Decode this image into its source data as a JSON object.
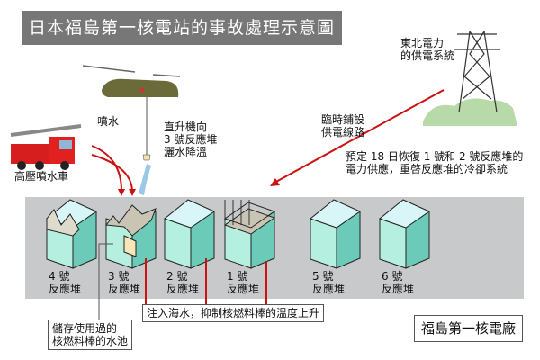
{
  "title": "日本福島第一核電站的事故處理示意圖",
  "labels": {
    "spray": "噴水",
    "fire_truck": "高壓噴水車",
    "helicopter": [
      "直升機向",
      "3 號反應堆",
      "灑水降溫"
    ],
    "power_company": [
      "東北電力",
      "的供電系統"
    ],
    "temp_line": [
      "臨時鋪設",
      "供電線路"
    ],
    "restore_plan": [
      "預定 18 日恢復 1 號和 2 號反應堆的",
      "電力供應，重啓反應堆的冷卻系統"
    ],
    "seawater": "注入海水，抑制核燃料棒的溫度上升",
    "spent_pool": [
      "儲存使用過的",
      "核燃料棒的水池"
    ],
    "plant_name": "福島第一核電廠"
  },
  "reactors": [
    {
      "num": "4 號",
      "name": "反應堆",
      "state": "damaged"
    },
    {
      "num": "3 號",
      "name": "反應堆",
      "state": "roof-destroyed"
    },
    {
      "num": "2 號",
      "name": "反應堆",
      "state": "intact"
    },
    {
      "num": "1 號",
      "name": "反應堆",
      "state": "frame-exposed"
    },
    {
      "num": "5 號",
      "name": "反應堆",
      "state": "intact"
    },
    {
      "num": "6 號",
      "name": "反應堆",
      "state": "intact"
    }
  ],
  "colors": {
    "arrow": "#cc1111",
    "cube_front": "#b4efe0",
    "cube_side": "#6ccbb8",
    "cube_top": "#d8f6f8",
    "band": "#c8c9cb"
  }
}
